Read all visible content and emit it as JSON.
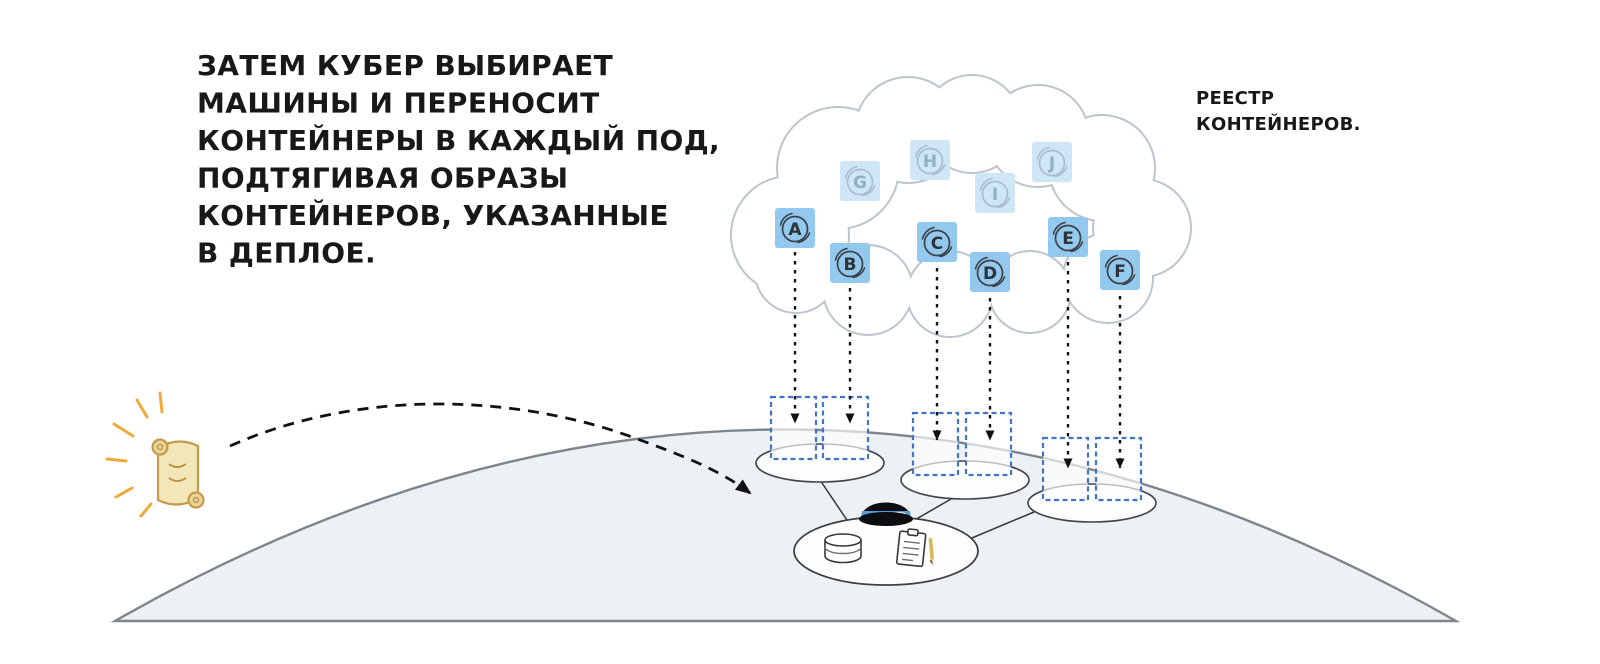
{
  "caption": {
    "lines": [
      "ЗАТЕМ КУБЕР ВЫБИРАЕТ",
      "МАШИНЫ И ПЕРЕНОСИТ",
      "КОНТЕЙНЕРЫ В КАЖДЫЙ ПОД,",
      "ПОДТЯГИВАЯ ОБРАЗЫ",
      "КОНТЕЙНЕРОВ, УКАЗАННЫЕ",
      "В ДЕПЛОЕ."
    ]
  },
  "registry": {
    "lines": [
      "РЕЕСТР",
      "КОНТЕЙНЕРОВ."
    ]
  },
  "containers": {
    "front": [
      {
        "letter": "A"
      },
      {
        "letter": "B"
      },
      {
        "letter": "C"
      },
      {
        "letter": "D"
      },
      {
        "letter": "E"
      },
      {
        "letter": "F"
      }
    ],
    "back": [
      {
        "letter": "G"
      },
      {
        "letter": "H"
      },
      {
        "letter": "I"
      },
      {
        "letter": "J"
      }
    ]
  },
  "colors": {
    "container_front": "#93c8ef",
    "container_back": "#cfe6f7",
    "pod_border": "#3f74c9",
    "cloud_outline": "#bcc5cd",
    "ground_fill": "#eef1f3",
    "ground_outline": "#7e868d",
    "hat_band": "#5b9bd5",
    "scroll_fill": "#f3e6b8",
    "scroll_outline": "#c59a4a",
    "sparkle": "#f2a93b",
    "arrow": "#111111",
    "text": "#17181a"
  },
  "icons": {
    "cloud": "cloud-icon",
    "container": "container-image-icon (square with refresh-arrow circle letter)",
    "scroll": "deployment-scroll-icon",
    "sparkle": "sparkle-rays-icon",
    "hat": "bowler-hat-icon",
    "database": "database-cylinder-icon",
    "clipboard": "clipboard-with-pencil-icon",
    "pod": "dashed-pod-box",
    "node": "node-ellipse"
  }
}
